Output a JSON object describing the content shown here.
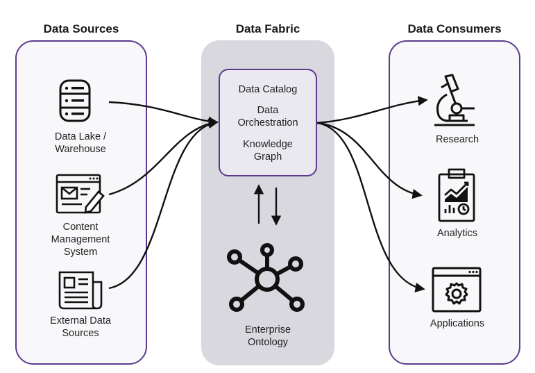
{
  "headings": {
    "sources": "Data Sources",
    "fabric": "Data Fabric",
    "consumers": "Data Consumers"
  },
  "sources": [
    {
      "label": "Data Lake /\nWarehouse",
      "icon": "database-icon"
    },
    {
      "label": "Content\nManagement\nSystem",
      "icon": "web-editor-icon"
    },
    {
      "label": "External Data\nSources",
      "icon": "newspaper-icon"
    }
  ],
  "fabric": {
    "catalog": "Data Catalog",
    "orchestration": "Data\nOrchestration",
    "graph": "Knowledge\nGraph",
    "ontology": "Enterprise\nOntology",
    "ontology_icon": "network-hub-icon"
  },
  "consumers": [
    {
      "label": "Research",
      "icon": "microscope-icon"
    },
    {
      "label": "Analytics",
      "icon": "clipboard-chart-icon"
    },
    {
      "label": "Applications",
      "icon": "browser-gear-icon"
    }
  ],
  "colors": {
    "accent": "#5b3a8c",
    "center_panel": "#d9d8df",
    "ink": "#1a1a1a"
  }
}
